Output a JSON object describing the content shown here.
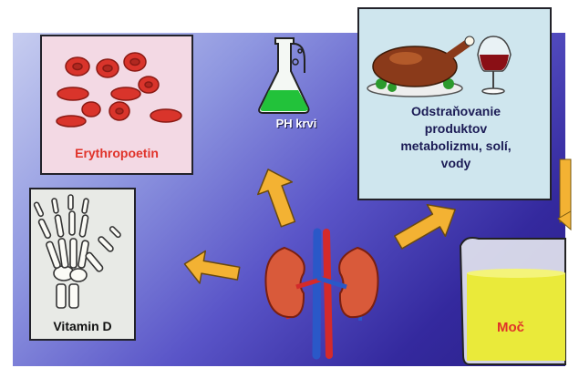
{
  "labels": {
    "erythropoetin": "Erythropoetin",
    "vitamin_d": "Vitamin D",
    "ph_krvi": "PH krvi",
    "metabolism_line1": "Odstraňovanie",
    "metabolism_line2": "produktov",
    "metabolism_line3": "metabolizmu, solí,",
    "metabolism_line4": "vody",
    "moc": "Moč"
  },
  "colors": {
    "arrow": "#f3b233",
    "blood_cell": "#d9342b",
    "urine": "#eaea3a",
    "flask_liquid": "#22c23a",
    "kidney": "#d95a3a"
  }
}
